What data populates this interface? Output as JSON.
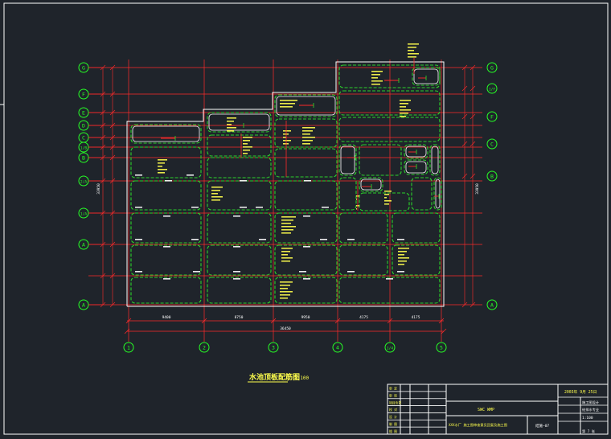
{
  "drawing": {
    "title": "水池顶板配筋图",
    "scale": "1:100"
  },
  "grid_rows_left": [
    "G",
    "F",
    "E",
    "D",
    "C",
    "1/B",
    "B",
    "2/A",
    "1/A",
    "A",
    "A"
  ],
  "grid_rows_right": [
    "G",
    "1/F",
    "F",
    "C",
    "B",
    "A"
  ],
  "grid_cols": [
    "1",
    "2",
    "3",
    "4",
    "1/4",
    "5"
  ],
  "dims": {
    "bottom_segments": [
      "9400",
      "8750",
      "9950",
      "4175",
      "4175"
    ],
    "bottom_total": "36450",
    "left_total": "33950",
    "right_total": "33950"
  },
  "title_block": {
    "company": "SWC WMP",
    "project_desc": "XXX水厂 施工图审查意见回复及施工图",
    "date": "2003年 9月 25日",
    "design_stage": "施工图设计",
    "discipline": "给排水专业",
    "scale": "1:100",
    "drawing_no": "结施—07",
    "sheet": "第 7 张",
    "row_labels": [
      "审 定",
      "审 核",
      "项目负责",
      "校 对",
      "设 计",
      "制 图",
      "描 图"
    ]
  },
  "colors": {
    "background": "#1f242b",
    "border": "#ffffff",
    "grid_line": "#ff2a2a",
    "rebar": "#2bd12b",
    "bubble": "#26ff26",
    "text_yellow": "#ffff4d",
    "text_white": "#ffffff"
  }
}
